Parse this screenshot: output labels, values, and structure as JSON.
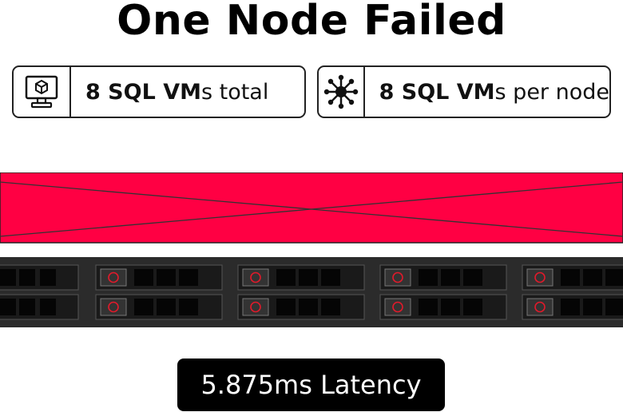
{
  "title": "One Node Failed",
  "stats": [
    {
      "icon": "monitor-cube-icon",
      "bold": "8 SQL VM",
      "rest": "s total"
    },
    {
      "icon": "network-hub-icon",
      "bold": "8 SQL VM",
      "rest": "s per node"
    }
  ],
  "latency": "5.875ms Latency",
  "colors": {
    "failed_node": "#ff0043",
    "chassis": "#2b2b2b",
    "accent_red": "#e01a2b"
  }
}
